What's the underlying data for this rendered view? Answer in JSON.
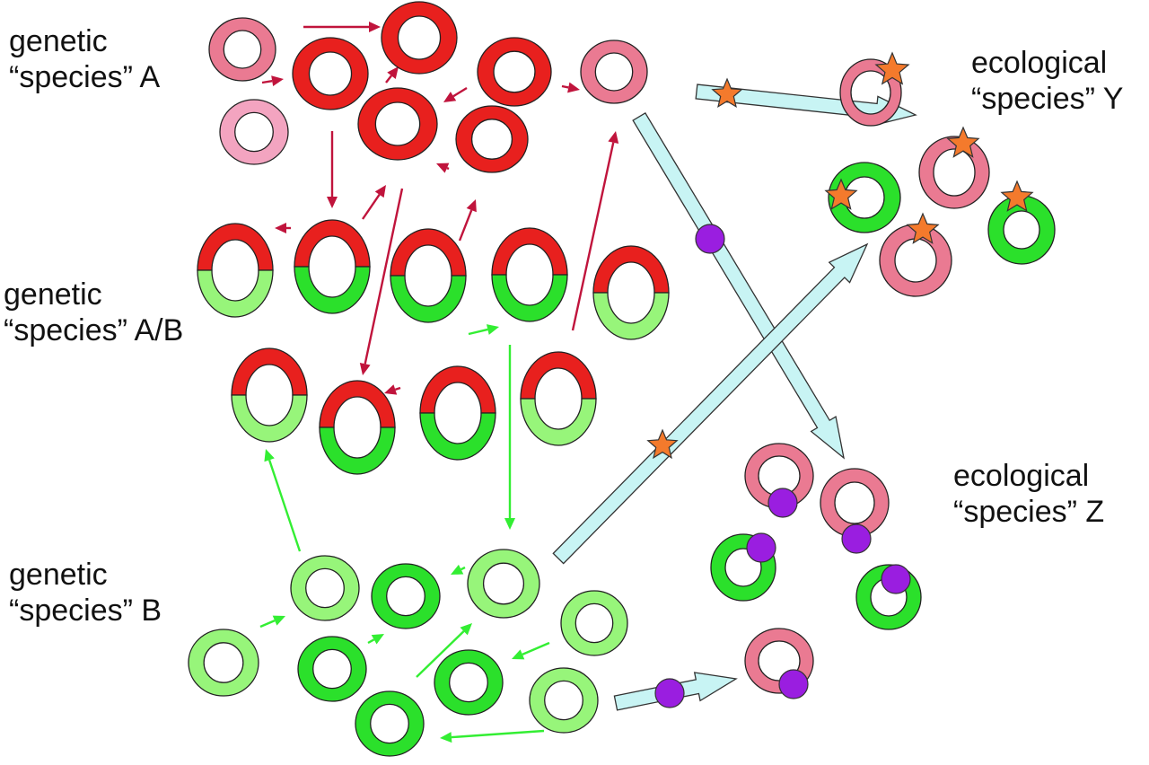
{
  "labels": {
    "genetic_a": {
      "line1": "genetic",
      "line2": "“species” A"
    },
    "genetic_ab": {
      "line1": "genetic",
      "line2": "“species” A/B"
    },
    "genetic_b": {
      "line1": "genetic",
      "line2": "“species” B"
    },
    "ecological_y": {
      "line1": "ecological",
      "line2": "“species” Y"
    },
    "ecological_z": {
      "line1": "ecological",
      "line2": "“species” Z"
    }
  },
  "colors": {
    "red": "#e8201e",
    "pink": "#ea7a92",
    "light_pink": "#f3a4c0",
    "green": "#2be02b",
    "light_green": "#97f57a",
    "dark_red_arrow": "#c0143c",
    "green_arrow": "#33ee33",
    "transfer_arrow": "#c8f4f4",
    "star": "#f47a2c",
    "purple_dot": "#9a1ee0"
  }
}
